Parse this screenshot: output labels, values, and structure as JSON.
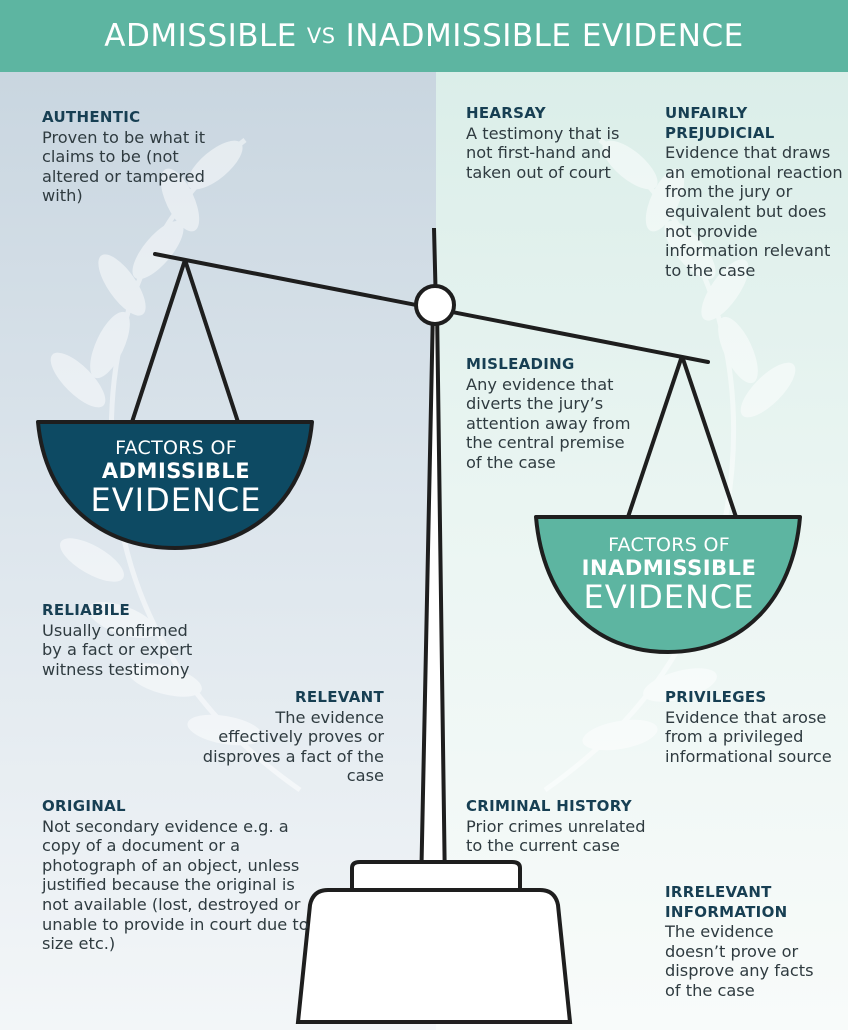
{
  "header": {
    "title_left": "ADMISSIBLE",
    "title_vs": "VS",
    "title_right": "INADMISSIBLE EVIDENCE"
  },
  "colors": {
    "banner": "#5db5a1",
    "admissible_bowl": "#0d4a63",
    "inadmissible_bowl": "#5db5a1",
    "heading_text": "#173f53",
    "scale_outline": "#1e1e1e"
  },
  "scale": {
    "left_bowl": {
      "line1": "FACTORS OF",
      "line2": "ADMISSIBLE",
      "line3": "EVIDENCE"
    },
    "right_bowl": {
      "line1": "FACTORS OF",
      "line2": "INADMISSIBLE",
      "line3": "EVIDENCE"
    }
  },
  "admissible": [
    {
      "heading": "AUTHENTIC",
      "body": "Proven to be what it claims to be (not altered or tampered with)"
    },
    {
      "heading": "RELIABILE",
      "body": "Usually confirmed by a fact or expert witness testimony"
    },
    {
      "heading": "RELEVANT",
      "body": "The evidence effectively proves or disproves a fact of the case"
    },
    {
      "heading": "ORIGINAL",
      "body": "Not secondary evidence e.g. a copy of a document or a photograph of an object, unless justified because the original is not available (lost, destroyed or unable to provide in court due to size etc.)"
    }
  ],
  "inadmissible": [
    {
      "heading": "HEARSAY",
      "body": "A testimony that is not first-hand and taken out of court"
    },
    {
      "heading": "UNFAIRLY PREJUDICIAL",
      "body": "Evidence that draws an emotional reaction from the jury or equivalent but does not provide information relevant to the case"
    },
    {
      "heading": "MISLEADING",
      "body": "Any evidence that diverts the jury’s attention away from the central premise of the case"
    },
    {
      "heading": "PRIVILEGES",
      "body": "Evidence that arose from a privileged informational source"
    },
    {
      "heading": "CRIMINAL HISTORY",
      "body": "Prior crimes unrelated to the current case"
    },
    {
      "heading": "IRRELEVANT INFORMATION",
      "body": "The evidence doesn’t prove or disprove any facts of the case"
    }
  ]
}
